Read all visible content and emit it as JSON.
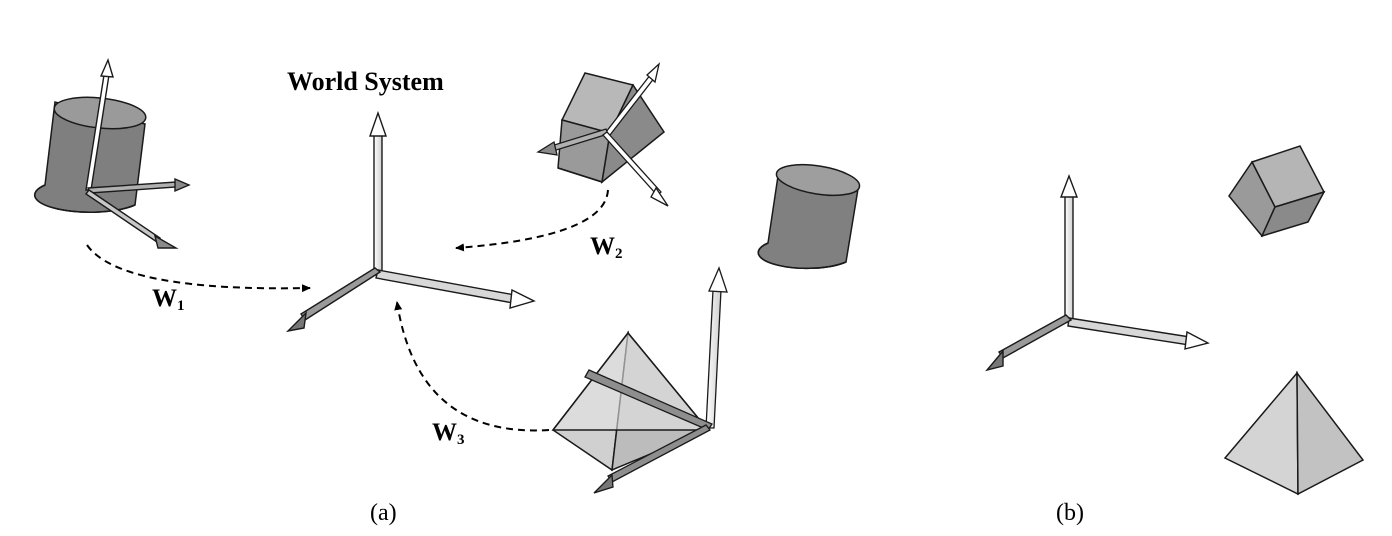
{
  "figure": {
    "title": "World System",
    "transform_labels": [
      {
        "main": "W",
        "sub": "1"
      },
      {
        "main": "W",
        "sub": "2"
      },
      {
        "main": "W",
        "sub": "3"
      }
    ],
    "panel_labels": [
      "(a)",
      "(b)"
    ]
  },
  "colors": {
    "shape_dark": "#7f7f7f",
    "shape_mid": "#a6a6a6",
    "shape_light": "#d6d6d6",
    "stroke": "#1a1a1a"
  }
}
